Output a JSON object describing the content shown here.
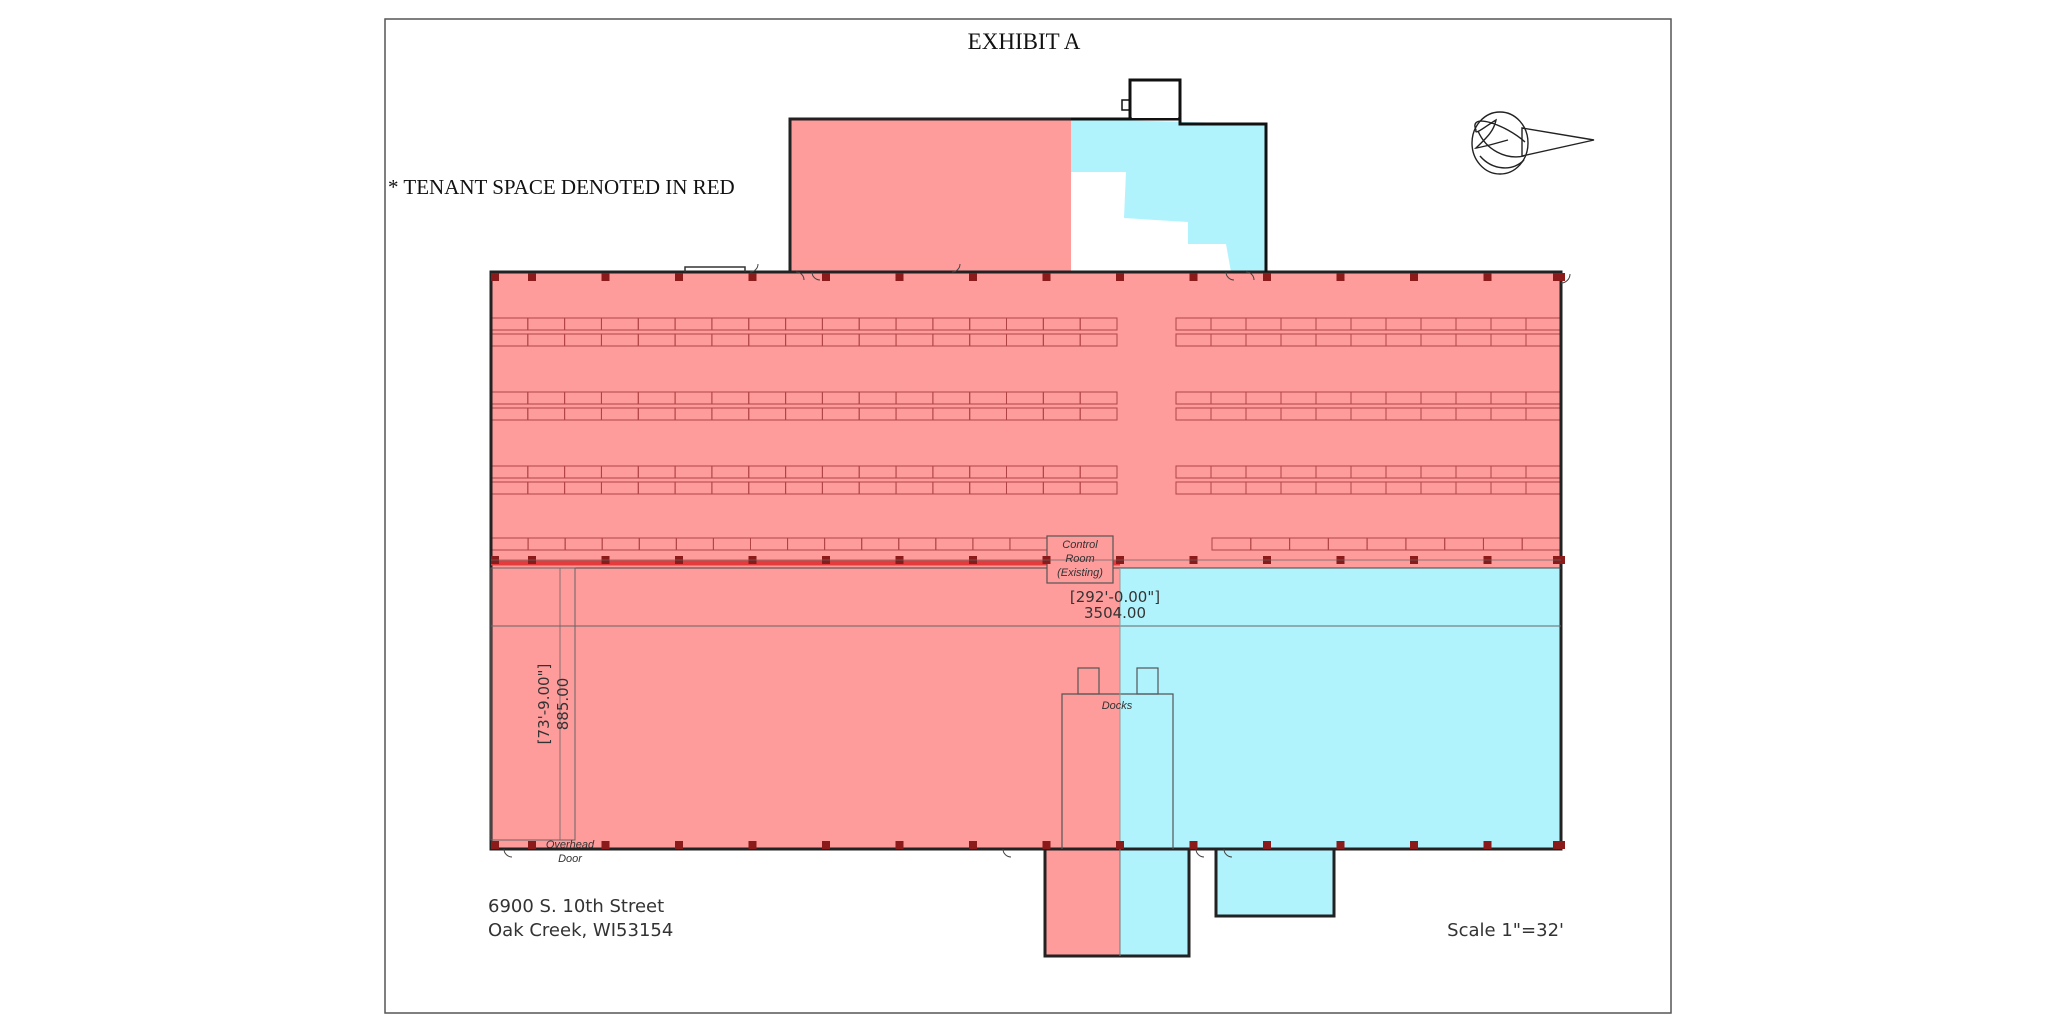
{
  "title": "EXHIBIT A",
  "note": "* TENANT SPACE DENOTED IN RED",
  "labels": {
    "control_room": [
      "Control",
      "Room",
      "(Existing)"
    ],
    "docks": "Docks",
    "overhead_door": [
      "Overhead",
      "Door"
    ],
    "width_dim": "[292'-0.00\"]",
    "width_value": "3504.00",
    "height_dim": "[73'-9.00\"]",
    "height_value": "885.00"
  },
  "address": {
    "line1": "6900 S. 10th Street",
    "line2": "Oak Creek, WI53154"
  },
  "scale": "Scale 1\"=32'",
  "colors": {
    "tenant": "#fe9b9b",
    "other": "#b0f3fd",
    "wall": "#1a1a1a",
    "column": "#8b1a1a",
    "rack": "#b04444"
  },
  "icons": {
    "north_arrow": "north-arrow-icon"
  }
}
